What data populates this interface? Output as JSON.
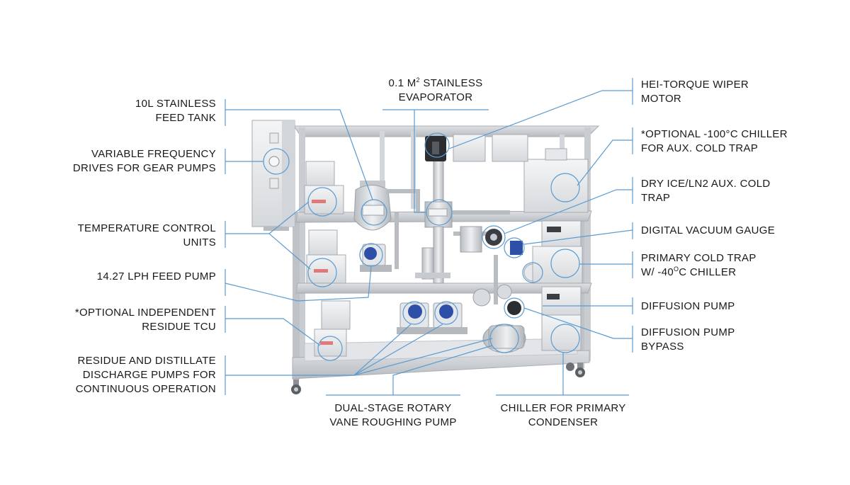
{
  "colors": {
    "leader": "#5a9bd1",
    "frame": "#c9ccd1",
    "frame_dark": "#a9adb3",
    "steel": "#d9dce0",
    "pump_blue": "#2e4fa8",
    "panel": "#ecedef"
  },
  "labels": {
    "feed_tank": [
      "10L STAINLESS",
      "FEED TANK"
    ],
    "vfd": [
      "VARIABLE FREQUENCY",
      "DRIVES FOR GEAR PUMPS"
    ],
    "tcu": [
      "TEMPERATURE CONTROL",
      "UNITS"
    ],
    "feed_pump": [
      "14.27 LPH FEED PUMP"
    ],
    "residue_tcu": [
      "*OPTIONAL INDEPENDENT",
      "RESIDUE TCU"
    ],
    "discharge_pumps": [
      "RESIDUE AND DISTILLATE",
      "DISCHARGE PUMPS FOR",
      "CONTINUOUS OPERATION"
    ],
    "evaporator_line1_a": "0.1 M",
    "evaporator_line1_sup": "2",
    "evaporator_line1_b": " STAINLESS",
    "evaporator_line2": "EVAPORATOR",
    "roughing_pump": [
      "DUAL-STAGE ROTARY",
      "VANE ROUGHING PUMP"
    ],
    "chiller_primary": [
      "CHILLER FOR PRIMARY",
      "CONDENSER"
    ],
    "wiper_motor": [
      "HEI-TORQUE WIPER",
      "MOTOR"
    ],
    "optional_chiller": [
      "*OPTIONAL -100°C CHILLER",
      "FOR AUX. COLD TRAP"
    ],
    "aux_cold_trap": [
      "DRY ICE/LN2 AUX. COLD",
      "TRAP"
    ],
    "vacuum_gauge": [
      "DIGITAL VACUUM GAUGE"
    ],
    "primary_cold_trap_line1": "PRIMARY COLD TRAP",
    "primary_cold_trap_line2_a": "W/ -40",
    "primary_cold_trap_line2_sup": "O",
    "primary_cold_trap_line2_b": "C CHILLER",
    "diffusion_pump": [
      "DIFFUSION PUMP"
    ],
    "diffusion_bypass": [
      "DIFFUSION PUMP",
      "BYPASS"
    ]
  }
}
